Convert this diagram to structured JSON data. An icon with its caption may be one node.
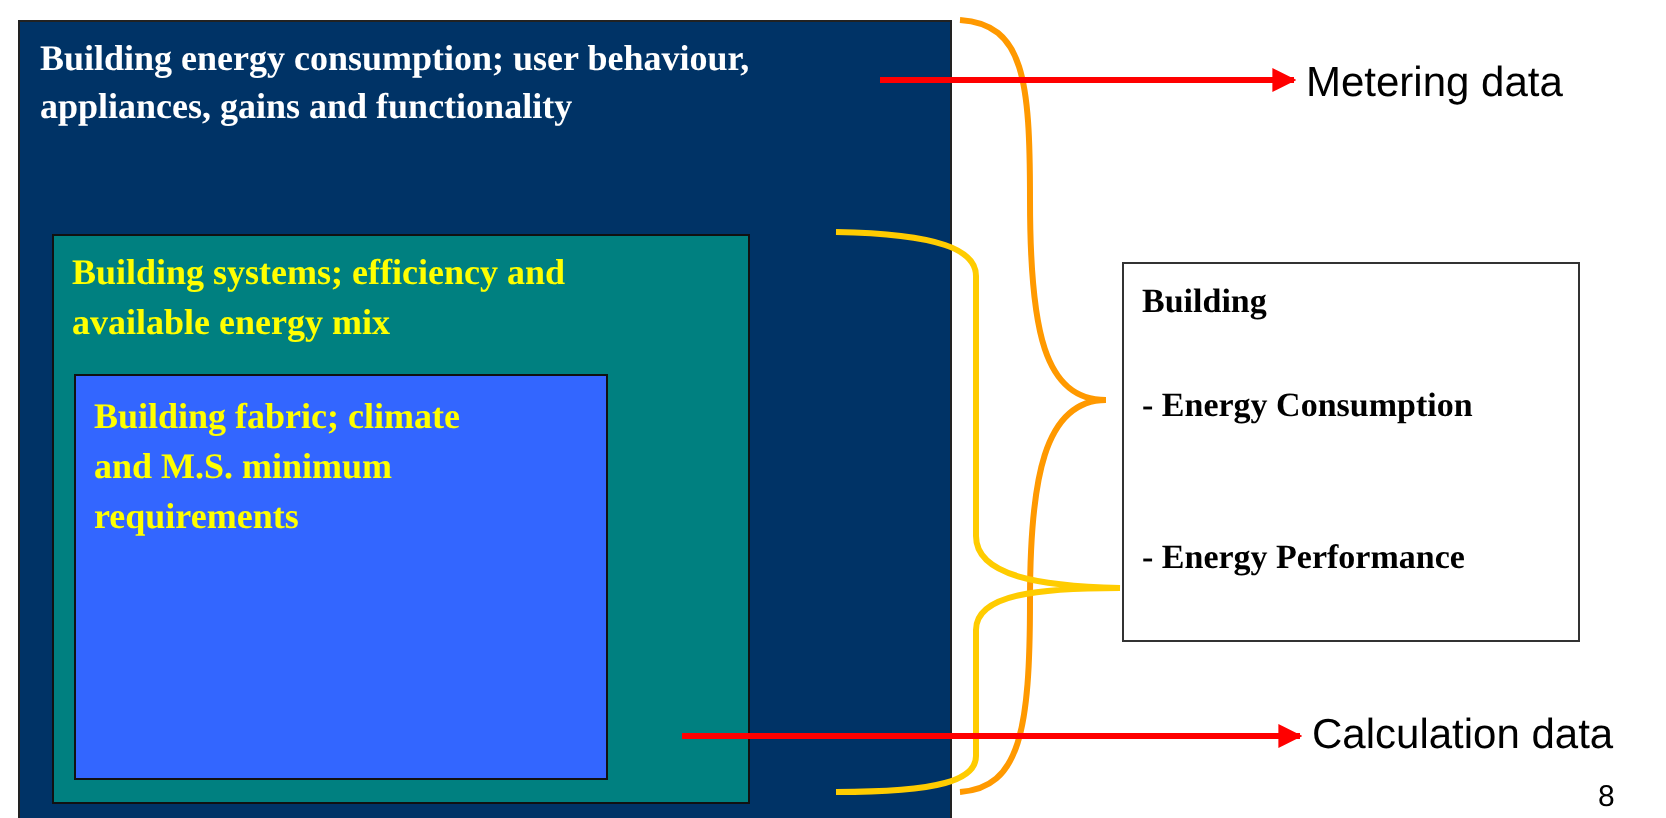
{
  "diagram": {
    "nodes": [
      {
        "text": [
          "Building energy consumption; user behaviour, appliances, gains and functionality"
        ]
      },
      {
        "text": [
          "Building systems; efficiency and available energy mix"
        ],
        "in": 0
      },
      {
        "text": [
          "Building fabric; climate and M.S. minimum requirements"
        ],
        "in": 1
      },
      {
        "text": [
          "Building",
          "- Energy Consumption",
          "- Energy Performance"
        ]
      },
      {
        "text": [
          "Metering data"
        ]
      },
      {
        "text": [
          "Calculation data"
        ]
      }
    ],
    "edges": [
      {
        "from": 0,
        "to": 4,
        "arrow": "to"
      },
      {
        "from": 1,
        "to": 5,
        "arrow": "to"
      }
    ],
    "labels": [
      "8"
    ]
  }
}
